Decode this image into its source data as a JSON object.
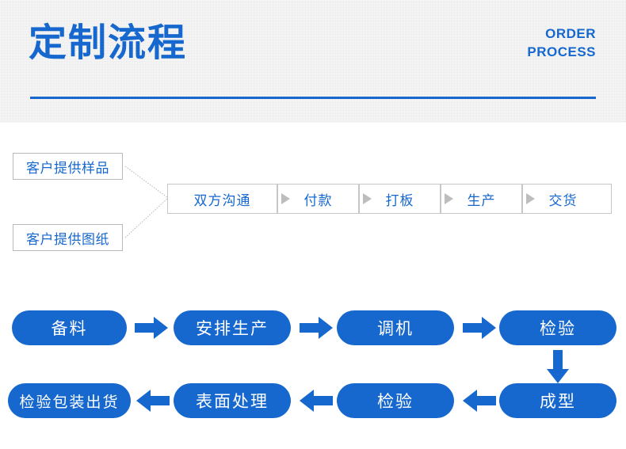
{
  "header": {
    "title": "定制流程",
    "subtitle_line1": "ORDER",
    "subtitle_line2": "PROCESS",
    "accent_color": "#1668cf",
    "band_color": "#ececec"
  },
  "sources": {
    "boxes": [
      {
        "label": "客户提供样品"
      },
      {
        "label": "客户提供图纸"
      }
    ],
    "border_color": "#b9b9b9",
    "text_color": "#1668cf"
  },
  "chain": {
    "steps": [
      {
        "label": "双方沟通"
      },
      {
        "label": "付款"
      },
      {
        "label": "打板"
      },
      {
        "label": "生产"
      },
      {
        "label": "交货"
      }
    ],
    "border_color": "#c6c6c6",
    "arrow_color": "#bdbdbd",
    "text_color": "#1668cf"
  },
  "flow": {
    "row1": [
      {
        "label": "备料"
      },
      {
        "label": "安排生产"
      },
      {
        "label": "调机"
      },
      {
        "label": "检验"
      }
    ],
    "row2": [
      {
        "label": "检验包装出货"
      },
      {
        "label": "表面处理"
      },
      {
        "label": "检验"
      },
      {
        "label": "成型"
      }
    ],
    "pill_color": "#1668cf",
    "pill_text_color": "#ffffff",
    "arrow_color": "#1668cf"
  }
}
